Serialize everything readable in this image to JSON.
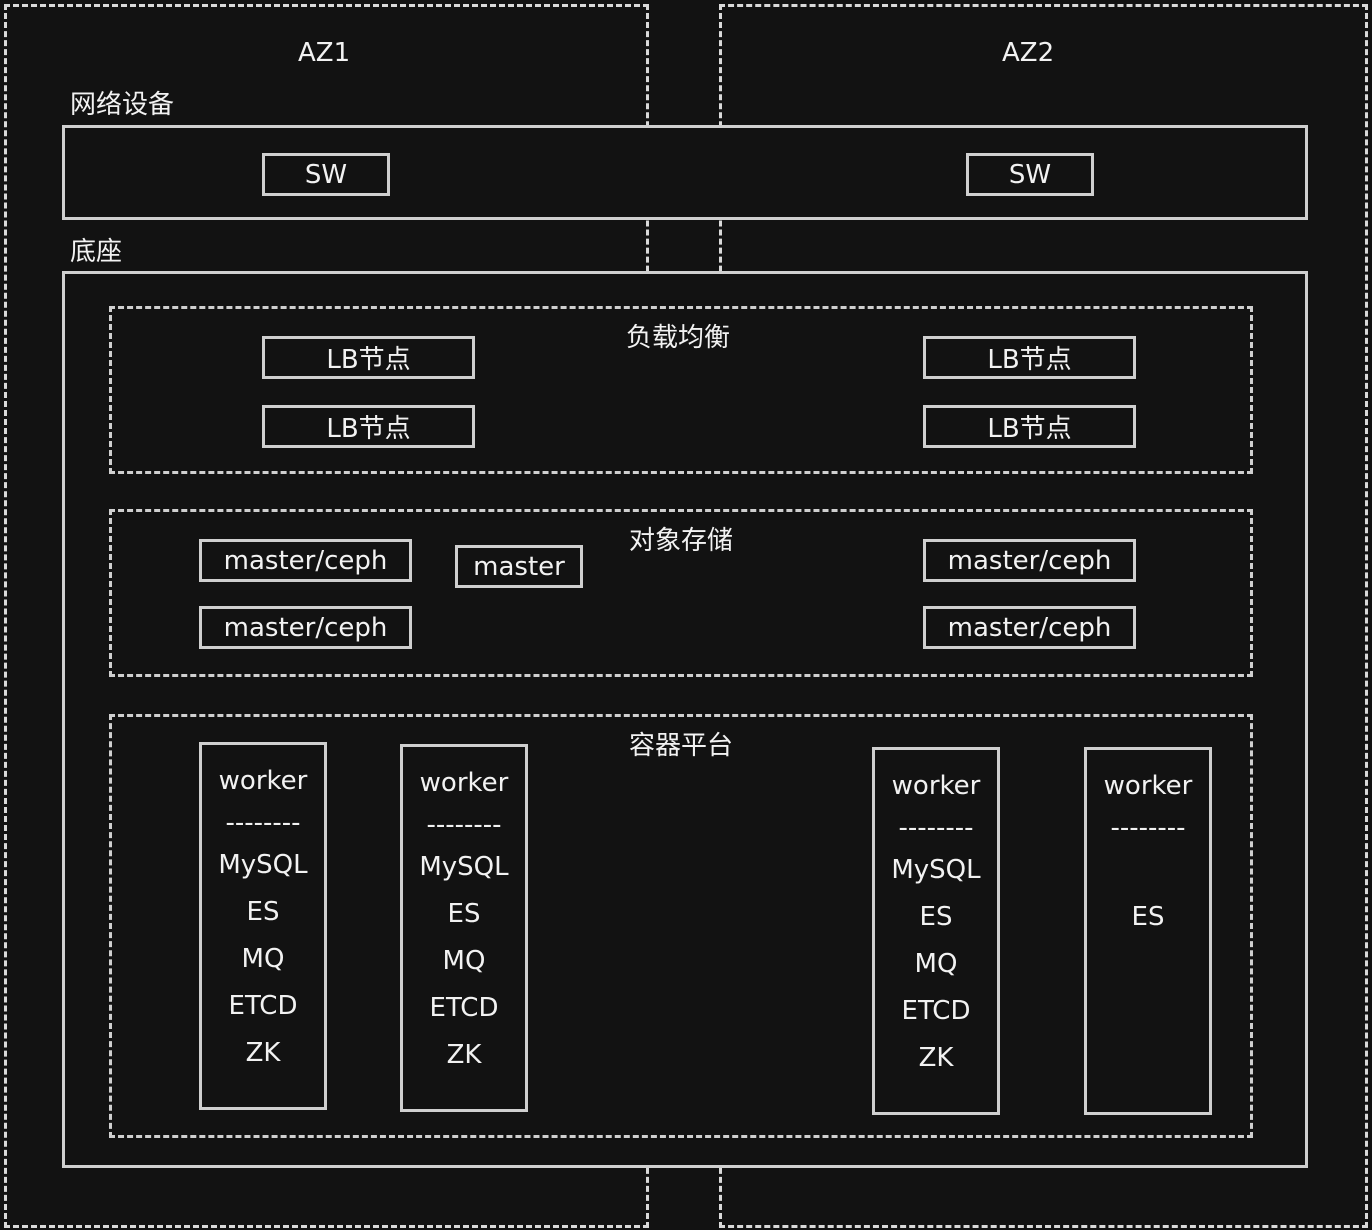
{
  "az1": {
    "label": "AZ1"
  },
  "az2": {
    "label": "AZ2"
  },
  "network": {
    "label": "网络设备",
    "az1_switch": "SW",
    "az2_switch": "SW"
  },
  "base": {
    "label": "底座"
  },
  "load_balancer": {
    "label": "负载均衡",
    "nodes": [
      "LB节点",
      "LB节点",
      "LB节点",
      "LB节点"
    ]
  },
  "object_storage": {
    "label": "对象存储",
    "nodes": [
      "master/ceph",
      "master/ceph",
      "master",
      "master/ceph",
      "master/ceph"
    ]
  },
  "container_platform": {
    "label": "容器平台",
    "workers": [
      {
        "title": "worker",
        "divider": "--------",
        "services": [
          "MySQL",
          "ES",
          "MQ",
          "ETCD",
          "ZK"
        ]
      },
      {
        "title": "worker",
        "divider": "--------",
        "services": [
          "MySQL",
          "ES",
          "MQ",
          "ETCD",
          "ZK"
        ]
      },
      {
        "title": "worker",
        "divider": "--------",
        "services": [
          "MySQL",
          "ES",
          "MQ",
          "ETCD",
          "ZK"
        ]
      },
      {
        "title": "worker",
        "divider": "--------",
        "services": [
          "ES"
        ]
      }
    ]
  }
}
